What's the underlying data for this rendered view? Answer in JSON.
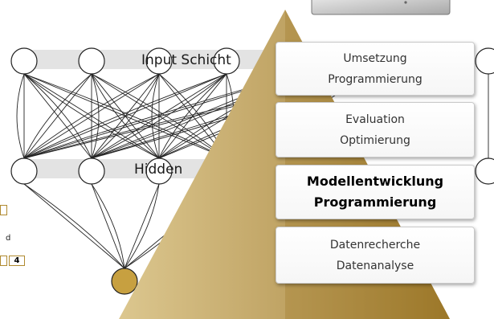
{
  "network": {
    "input_label": "Input Schicht",
    "hidden_label": "Hidden",
    "small_label": "d",
    "small_number": "4"
  },
  "pyramid": {
    "steps": [
      {
        "line1": "Umsetzung",
        "line2": "Programmierung",
        "emphasis": false
      },
      {
        "line1": "Evaluation",
        "line2": "Optimierung",
        "emphasis": false
      },
      {
        "line1": "Modellentwicklung",
        "line2": "Programmierung",
        "emphasis": true
      },
      {
        "line1": "Datenrecherche",
        "line2": "Datenanalyse",
        "emphasis": false
      }
    ]
  },
  "colors": {
    "pyramid_light": "#c9b274",
    "pyramid_dark": "#a07c2c",
    "output_node": "#c7a040"
  }
}
